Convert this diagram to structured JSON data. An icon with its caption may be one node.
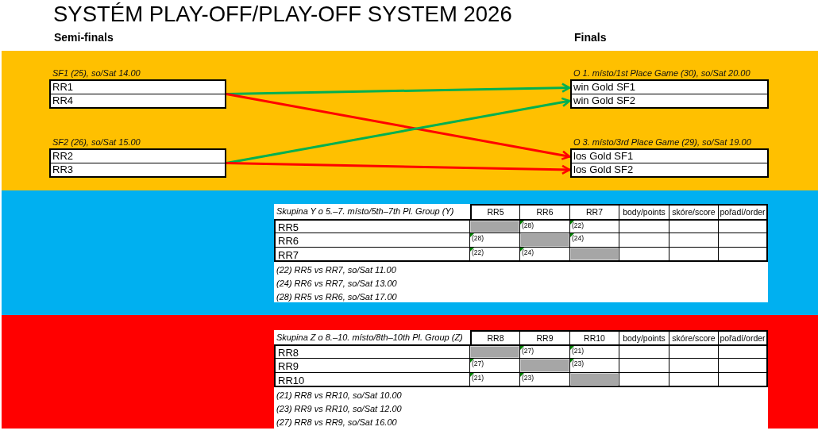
{
  "diagram": {
    "title": "SYSTÉM PLAY-OFF/PLAY-OFF SYSTEM 2026",
    "nodes": [
      {
        "text": [
          "SF1 (25), so/Sat 14.00"
        ]
      },
      {
        "text": [
          "RR1"
        ],
        "in": 0
      },
      {
        "text": [
          "RR4"
        ],
        "in": 0
      },
      {
        "text": [
          "O 1. místo/1st Place Game (30), so/Sat 20.00"
        ]
      },
      {
        "text": [
          "win Gold SF1"
        ],
        "in": 3
      },
      {
        "text": [
          "win Gold SF2"
        ],
        "in": 3
      },
      {
        "text": [
          "SF2 (26), so/Sat 15.00"
        ]
      },
      {
        "text": [
          "RR2"
        ],
        "in": 6
      },
      {
        "text": [
          "RR3"
        ],
        "in": 6
      },
      {
        "text": [
          "O 3. místo/3rd Place Game (29), so/Sat 19.00"
        ]
      },
      {
        "text": [
          "los Gold SF1"
        ],
        "in": 9
      },
      {
        "text": [
          "los Gold SF2"
        ],
        "in": 9
      },
      {
        "text": [
          "RR5"
        ]
      },
      {
        "text": [
          "RR6"
        ]
      },
      {
        "text": [
          "RR7"
        ]
      },
      {
        "text": [
          "RR8"
        ]
      },
      {
        "text": [
          "RR9"
        ]
      },
      {
        "text": [
          "RR10"
        ]
      }
    ],
    "edges": [
      {
        "from": 0,
        "to": 4,
        "arrow": "to",
        "color": "#00b050"
      },
      {
        "from": 0,
        "to": 10,
        "arrow": "to",
        "color": "#ff0000"
      },
      {
        "from": 6,
        "to": 5,
        "arrow": "to",
        "color": "#00b050"
      },
      {
        "from": 6,
        "to": 11,
        "arrow": "to",
        "color": "#ff0000"
      }
    ],
    "labels": [
      "Semi-finals",
      "Finals",
      "Skupina Y o 5.–7. místo/5th–7th Pl. Group (Y)",
      "RR5",
      "RR6",
      "RR7",
      "body/points",
      "skóre/score",
      "pořadí/order",
      "(28)",
      "(22)",
      "(28)",
      "(24)",
      "(22)",
      "(24)",
      "(22) RR5 vs RR7, so/Sat 11.00",
      "(24) RR6 vs RR7, so/Sat 13.00",
      "(28) RR5 vs RR6, so/Sat 17.00",
      "Skupina Z o 8.–10. místo/8th–10th Pl. Group (Z)",
      "RR8",
      "RR9",
      "RR10",
      "body/points",
      "skóre/score",
      "pořadí/order",
      "(27)",
      "(21)",
      "(27)",
      "(23)",
      "(21)",
      "(23)",
      "(21) RR8 vs RR10, so/Sat 10.00",
      "(23) RR9 vs RR10, so/Sat 12.00",
      "(27) RR8 vs RR9, so/Sat 16.00"
    ]
  }
}
